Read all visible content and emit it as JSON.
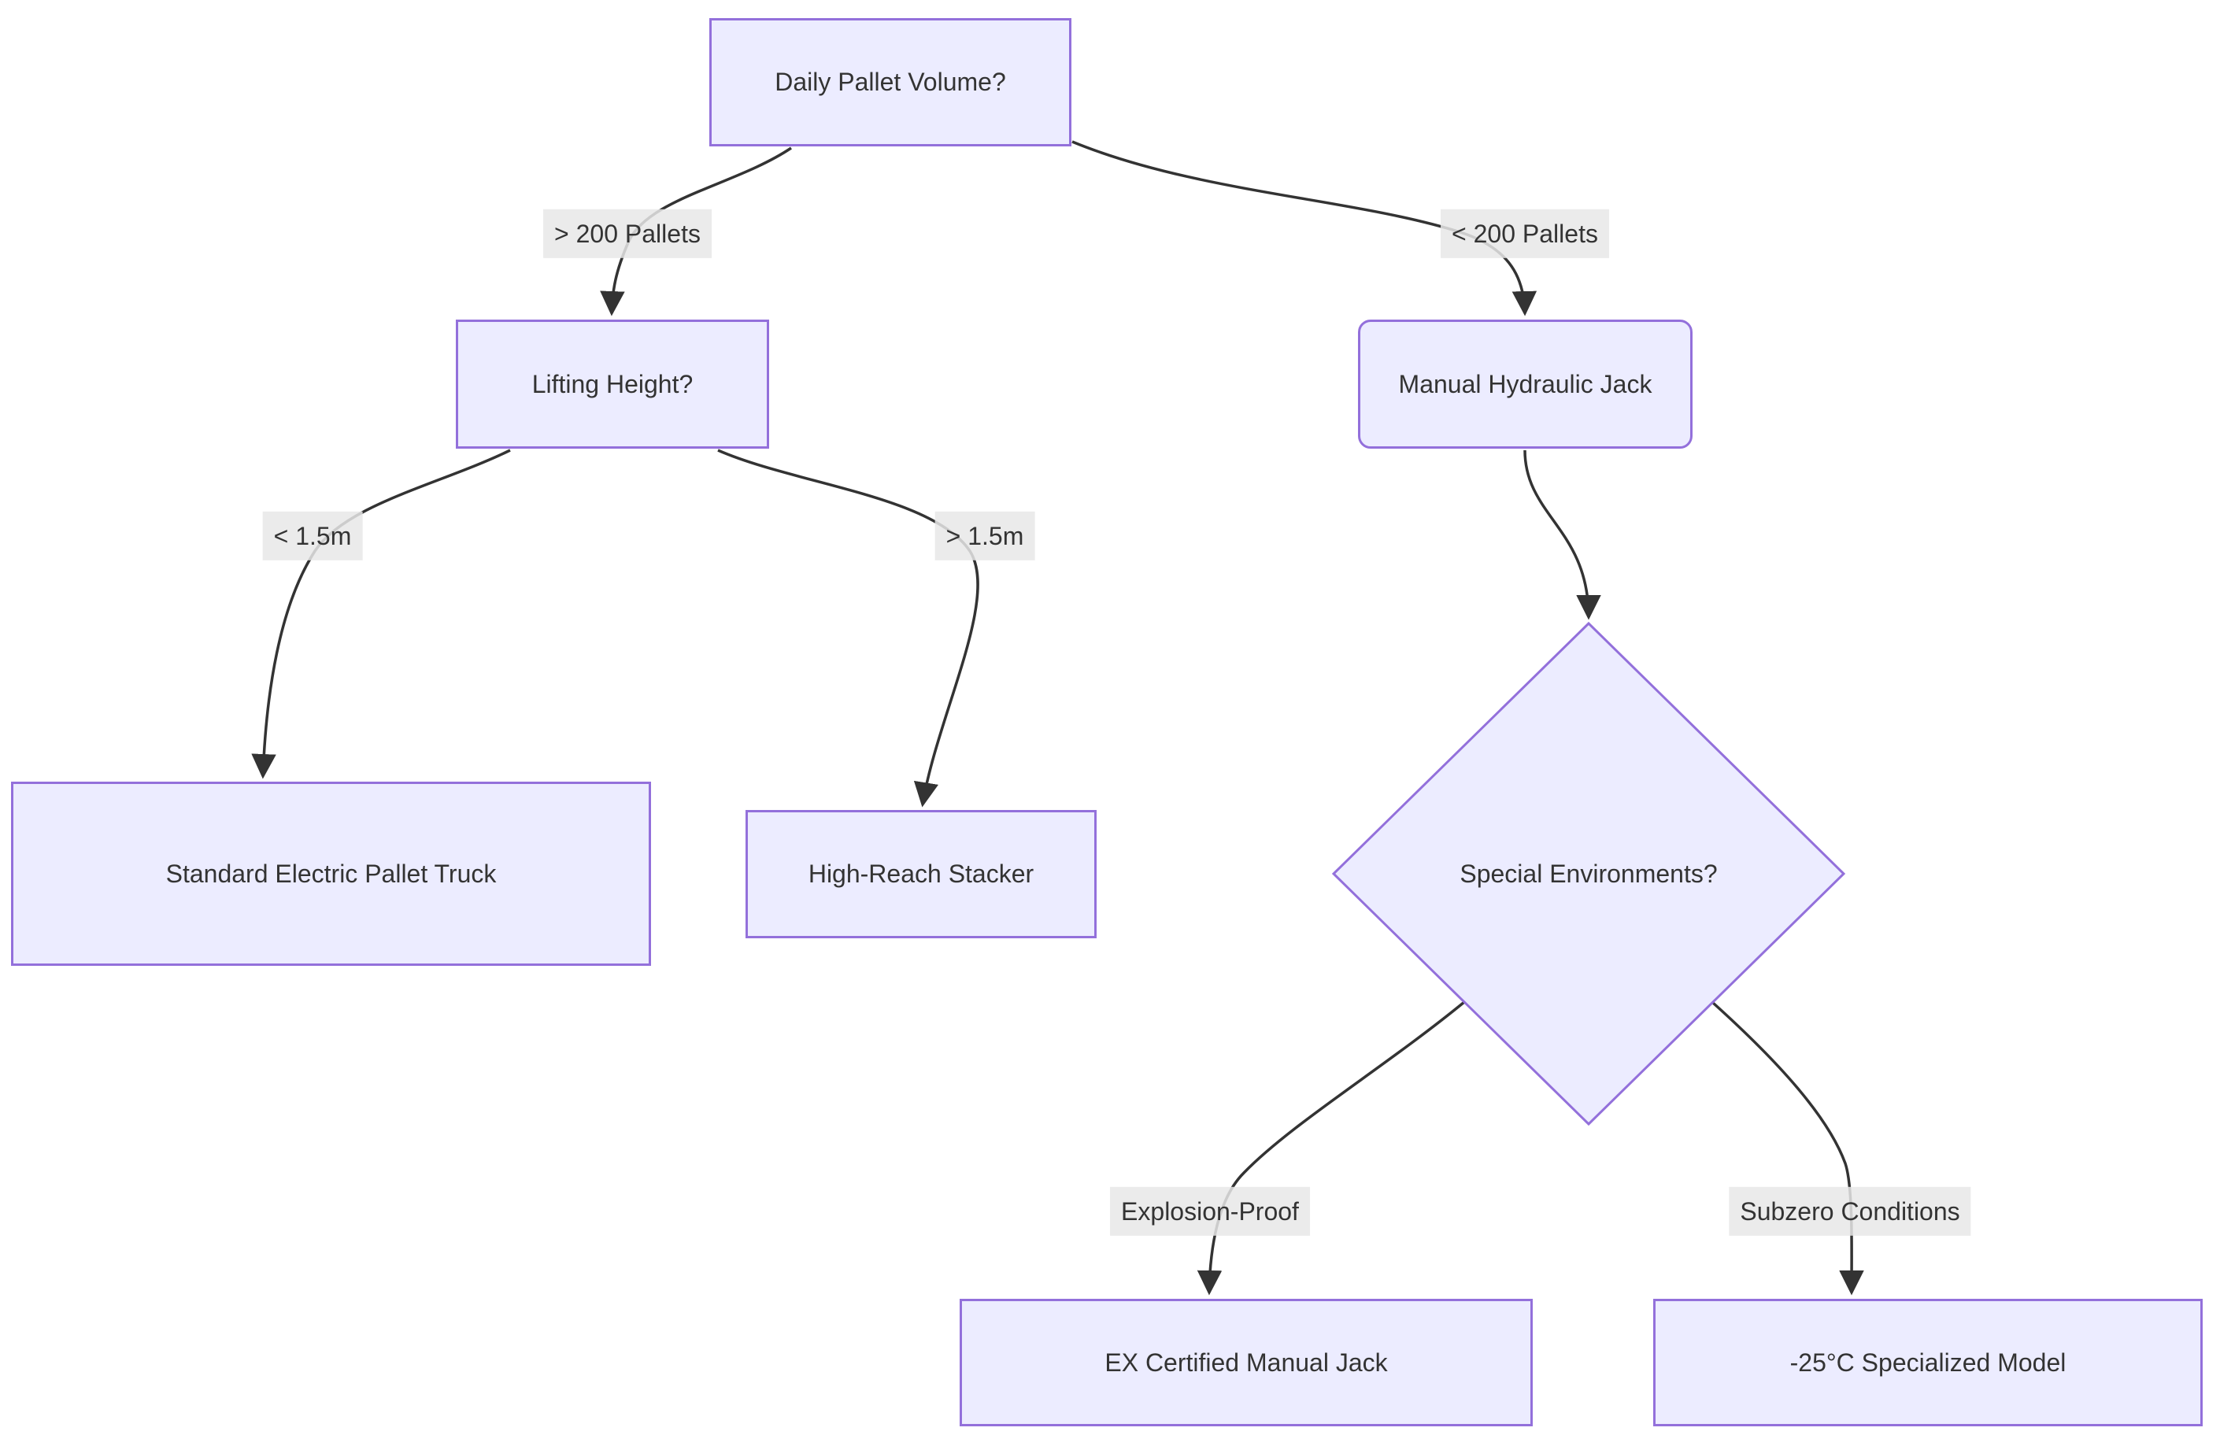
{
  "diagram": {
    "type": "flowchart-decision-tree",
    "colors": {
      "node_fill": "#ECECFF",
      "node_border": "#9370DB",
      "edge_color": "#333333",
      "text_color": "#333333",
      "label_bg": "#e8e8e8",
      "bg": "#ffffff"
    },
    "nodes": [
      {
        "id": "A",
        "shape": "rect",
        "label": "Daily Pallet Volume?"
      },
      {
        "id": "B",
        "shape": "rect",
        "label": "Lifting Height?"
      },
      {
        "id": "C",
        "shape": "rounded",
        "label": "Manual Hydraulic Jack"
      },
      {
        "id": "D",
        "shape": "rect",
        "label": "Standard Electric Pallet Truck"
      },
      {
        "id": "E",
        "shape": "rect",
        "label": "High-Reach Stacker"
      },
      {
        "id": "F",
        "shape": "diamond",
        "label": "Special Environments?"
      },
      {
        "id": "G",
        "shape": "rect",
        "label": "EX Certified Manual Jack"
      },
      {
        "id": "H",
        "shape": "rect",
        "label": "-25°C Specialized Model"
      }
    ],
    "edge_labels": [
      {
        "from": "A",
        "to": "B",
        "text": "> 200 Pallets"
      },
      {
        "from": "A",
        "to": "C",
        "text": "< 200 Pallets"
      },
      {
        "from": "B",
        "to": "D",
        "text": "< 1.5m"
      },
      {
        "from": "B",
        "to": "E",
        "text": "> 1.5m"
      },
      {
        "from": "F",
        "to": "G",
        "text": "Explosion-Proof"
      },
      {
        "from": "F",
        "to": "H",
        "text": "Subzero Conditions"
      }
    ]
  }
}
